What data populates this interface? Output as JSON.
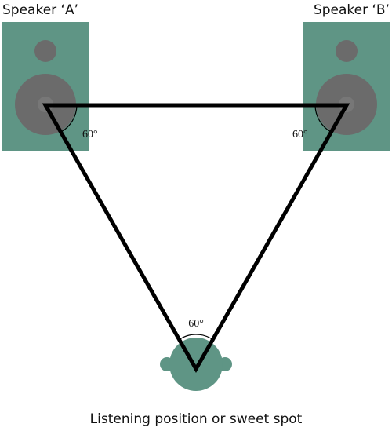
{
  "speakers": {
    "a_label": "Speaker ‘A’",
    "b_label": "Speaker ‘B’"
  },
  "angles": {
    "left": "60°",
    "right": "60°",
    "listener": "60°"
  },
  "caption": "Listening position or sweet spot",
  "colors": {
    "speaker_box": "#5f9585",
    "speaker_driver": "#6b6b6b",
    "triangle": "#000000",
    "listener_head": "#5f9585"
  }
}
